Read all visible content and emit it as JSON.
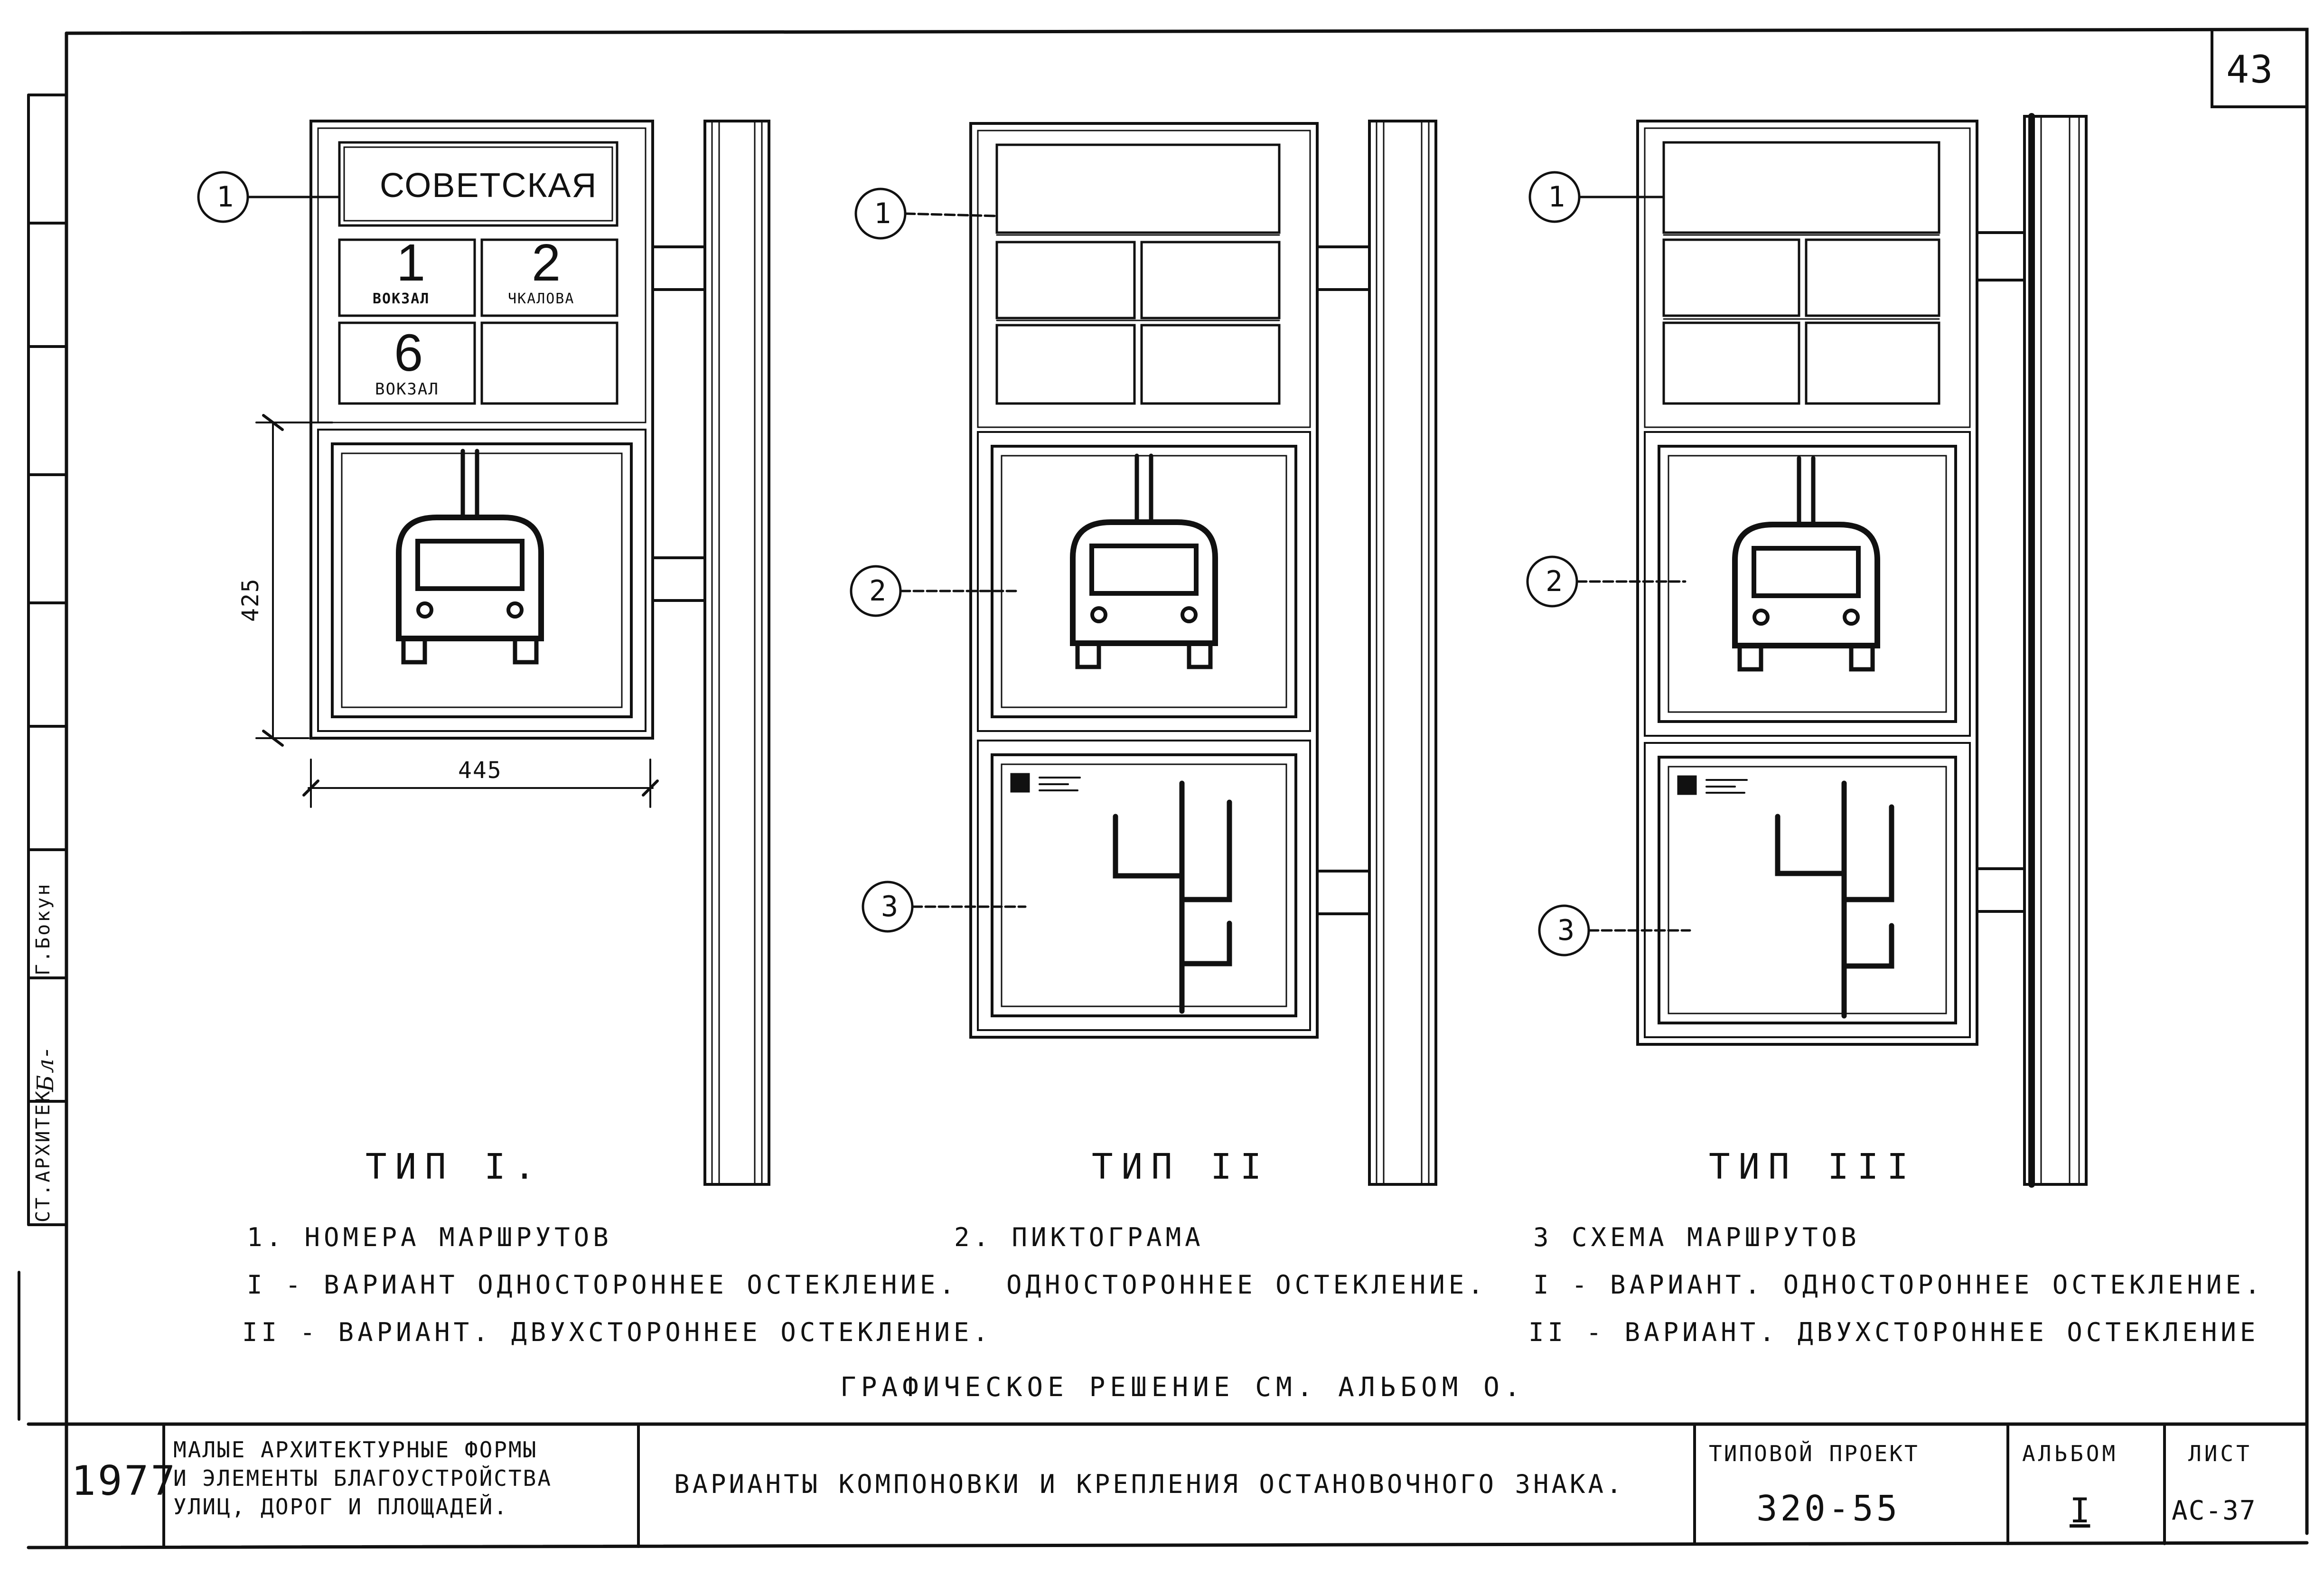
{
  "sheet_number": "43",
  "side_stamp": {
    "role": "СТ.АРХИТЕК",
    "name": "Г.Бокун",
    "signature": "Бл-"
  },
  "panels": [
    {
      "type_label": "ТИП I.",
      "callouts": [
        "1"
      ],
      "sign": {
        "street_name": "СОВЕТСКАЯ",
        "routes": [
          {
            "number": "1",
            "stop": "ВОКЗАЛ"
          },
          {
            "number": "2",
            "stop": "ЧКАЛОВА"
          },
          {
            "number": "6",
            "stop": "ВОКЗАЛ"
          }
        ]
      },
      "dimensions": {
        "height": "425",
        "width": "445"
      }
    },
    {
      "type_label": "ТИП II",
      "callouts": [
        "1",
        "2",
        "3"
      ]
    },
    {
      "type_label": "ТИП III",
      "callouts": [
        "1",
        "2",
        "3"
      ]
    }
  ],
  "legend": {
    "col1": [
      "1.  НОМЕРА  МАРШРУТОВ",
      "I - ВАРИАНТ  ОДНОСТОРОННЕЕ  ОСТЕКЛЕНИЕ.",
      "II - ВАРИАНТ. ДВУХСТОРОННЕЕ  ОСТЕКЛЕНИЕ."
    ],
    "col2": [
      "2.  ПИКТОГРАМА",
      "ОДНОСТОРОННЕЕ  ОСТЕКЛЕНИЕ."
    ],
    "col3": [
      "3  СХЕМА  МАРШРУТОВ",
      "I - ВАРИАНТ. ОДНОСТОРОННЕЕ  ОСТЕКЛЕНИЕ.",
      "II - ВАРИАНТ. ДВУХСТОРОННЕЕ  ОСТЕКЛЕНИЕ"
    ],
    "note": "ГРАФИЧЕСКОЕ  РЕШЕНИЕ  СМ. АЛЬБОМ  О."
  },
  "title_block": {
    "year": "1977",
    "series": "МАЛЫЕ АРХИТЕКТУРНЫЕ ФОРМЫ И ЭЛЕМЕНТЫ БЛАГОУСТРОЙСТВА УЛИЦ, ДОРОГ И ПЛОЩАДЕЙ.",
    "series_lines": [
      "МАЛЫЕ  АРХИТЕКТУРНЫЕ  ФОРМЫ",
      "И  ЭЛЕМЕНТЫ  БЛАГОУСТРОЙСТВА",
      "УЛИЦ,  ДОРОГ  И  ПЛОЩАДЕЙ."
    ],
    "title": "ВАРИАНТЫ  КОМПОНОВКИ  И  КРЕПЛЕНИЯ  ОСТАНОВОЧНОГО  ЗНАКА.",
    "project_label": "ТИПОВОЙ  ПРОЕКТ",
    "project_number": "320-55",
    "album_label": "АЛЬБОМ",
    "album_number": "I",
    "sheet_label": "ЛИСТ",
    "sheet_code": "АС-37"
  }
}
